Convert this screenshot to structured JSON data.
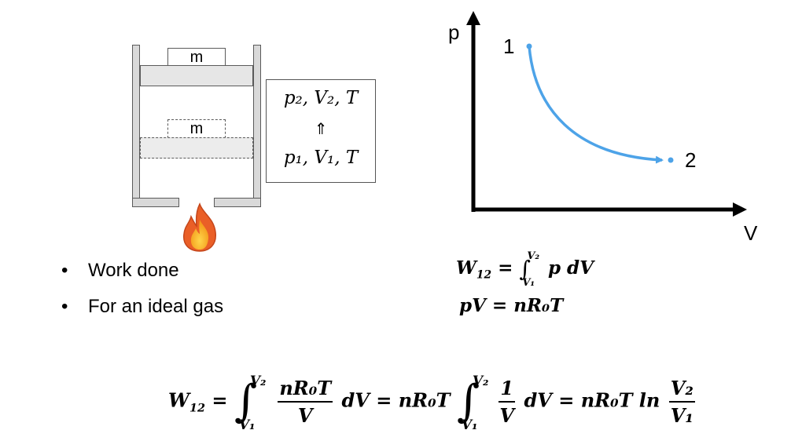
{
  "apparatus": {
    "mass_top_label": "m",
    "mass_bottom_label": "m",
    "flame_icon": "fire-icon"
  },
  "states": {
    "final": "p₂, V₂, T",
    "arrow": "⇑",
    "initial": "p₁, V₁, T"
  },
  "graph": {
    "y_label": "p",
    "x_label": "V",
    "point_1": "1",
    "point_2": "2",
    "curve_color": "#4da3e8"
  },
  "bullets": [
    {
      "text": "Work done"
    },
    {
      "text": "For an ideal gas"
    }
  ],
  "equations": {
    "work_lhs": "W",
    "work_lhs_sub": "12",
    "work_upper": "V₂",
    "work_lower": "V₁",
    "work_integrand": "p dV",
    "gas_law": "pV = nR₀T",
    "final_lhs": "W",
    "final_lhs_sub": "12",
    "final_upper": "V₂",
    "final_lower": "V₁",
    "final_frac1_num": "nR₀T",
    "final_frac1_den": "V",
    "final_dv1": "dV",
    "final_mid_coef": "nR₀T",
    "final_frac2_num": "1",
    "final_frac2_den": "V",
    "final_dv2": "dV",
    "final_rhs_coef": "nR₀T ln",
    "final_frac3_num": "V₂",
    "final_frac3_den": "V₁"
  }
}
